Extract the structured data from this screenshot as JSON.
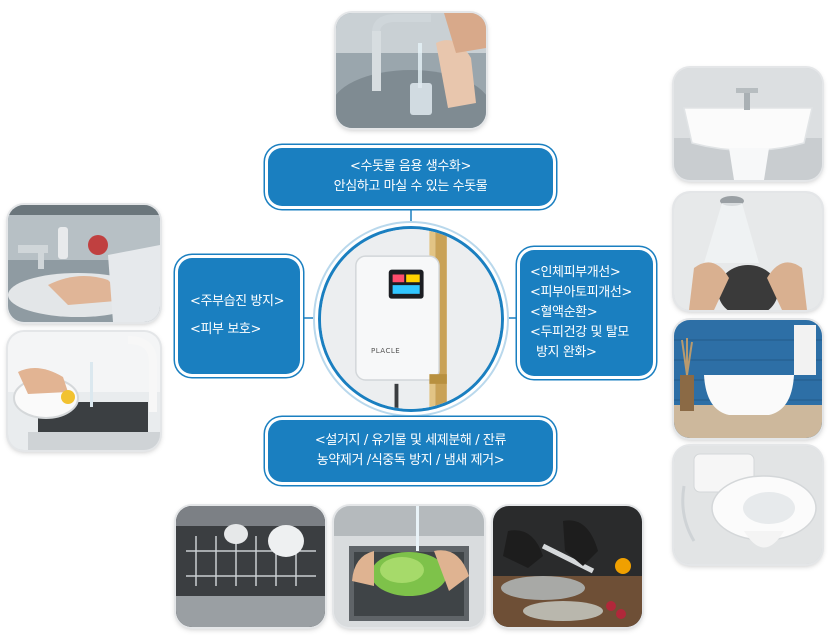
{
  "panels": {
    "top": {
      "lines": [
        "<수돗물 음용 생수화>",
        "안심하고 마실 수 있는 수돗물"
      ]
    },
    "left": {
      "lines": [
        "<주부습진 방지>",
        "<피부 보호>"
      ]
    },
    "right": {
      "lines": [
        "<인체피부개선>",
        "<피부아토피개선>",
        "<혈액순환>",
        "<두피건강 및 탈모",
        "방지 완화>"
      ]
    },
    "bottom": {
      "lines": [
        "<설거지 / 유기물 및 세제분해 / 잔류",
        "농약제거 /식중독 방지 / 냄새 제거>"
      ]
    }
  },
  "device": {
    "brand": "PLACLE"
  },
  "colors": {
    "accent": "#1a7fc0",
    "panel_text": "#ffffff"
  }
}
